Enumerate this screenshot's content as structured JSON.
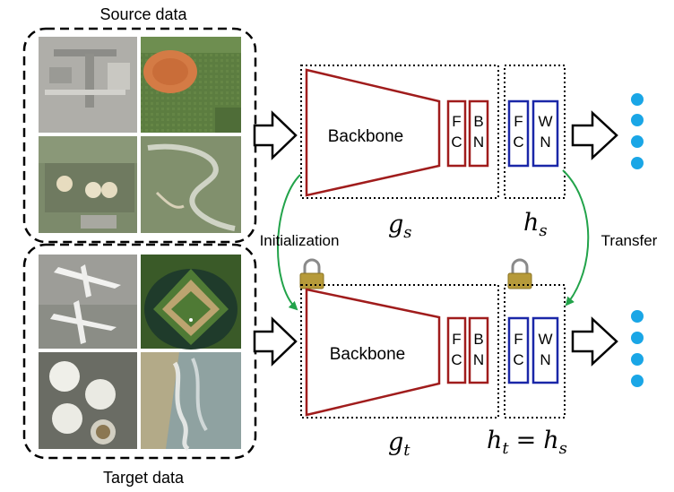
{
  "labels": {
    "source": "Source data",
    "target": "Target data",
    "initialization": "Initialization",
    "transfer": "Transfer"
  },
  "top_branch": {
    "backbone": "Backbone",
    "fc": [
      "F",
      "C"
    ],
    "bn": [
      "B",
      "N"
    ],
    "head_fc": [
      "F",
      "C"
    ],
    "head_wn": [
      "W",
      "N"
    ],
    "g_main": "g",
    "g_sub": "s",
    "h_main": "h",
    "h_sub": "s"
  },
  "bottom_branch": {
    "backbone": "Backbone",
    "fc": [
      "F",
      "C"
    ],
    "bn": [
      "B",
      "N"
    ],
    "head_fc": [
      "F",
      "C"
    ],
    "head_wn": [
      "W",
      "N"
    ],
    "g_main": "g",
    "g_sub": "t",
    "h_main": "h",
    "h_sub": "t",
    "eq": "=",
    "h2_main": "h",
    "h2_sub": "s"
  },
  "colors": {
    "backbone": "#a01c1c",
    "head": "#1a27a8",
    "arrow_green": "#22a34a",
    "dots": "#1aa6e6"
  },
  "images": {
    "source": [
      "airport-aerial",
      "baseball-field-aerial",
      "storage-tanks-aerial",
      "river-aerial"
    ],
    "target": [
      "airplanes-aerial",
      "baseball-diamond-aerial",
      "storage-tanks-aerial",
      "beach-aerial"
    ]
  }
}
